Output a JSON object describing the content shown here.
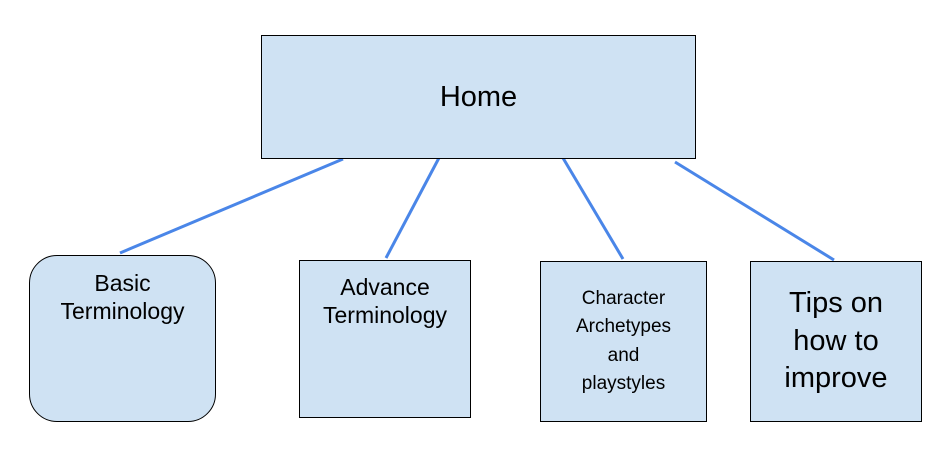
{
  "diagram": {
    "root": {
      "label": "Home"
    },
    "children": [
      {
        "id": "basic",
        "lines": [
          "Basic",
          "Terminology"
        ]
      },
      {
        "id": "advance",
        "lines": [
          "Advance",
          "Terminology"
        ]
      },
      {
        "id": "archetypes",
        "lines": [
          "Character",
          "Archetypes",
          "and",
          "playstyles"
        ]
      },
      {
        "id": "tips",
        "lines": [
          "Tips on",
          "how to",
          "improve"
        ]
      }
    ],
    "edges": [
      {
        "from": "Home",
        "to": "Basic Terminology"
      },
      {
        "from": "Home",
        "to": "Advance Terminology"
      },
      {
        "from": "Home",
        "to": "Character Archetypes and playstyles"
      },
      {
        "from": "Home",
        "to": "Tips on how to improve"
      }
    ]
  },
  "colors": {
    "box_fill": "#cfe2f3",
    "box_border": "#000000",
    "connector": "#4a86e8",
    "text": "#000000"
  }
}
